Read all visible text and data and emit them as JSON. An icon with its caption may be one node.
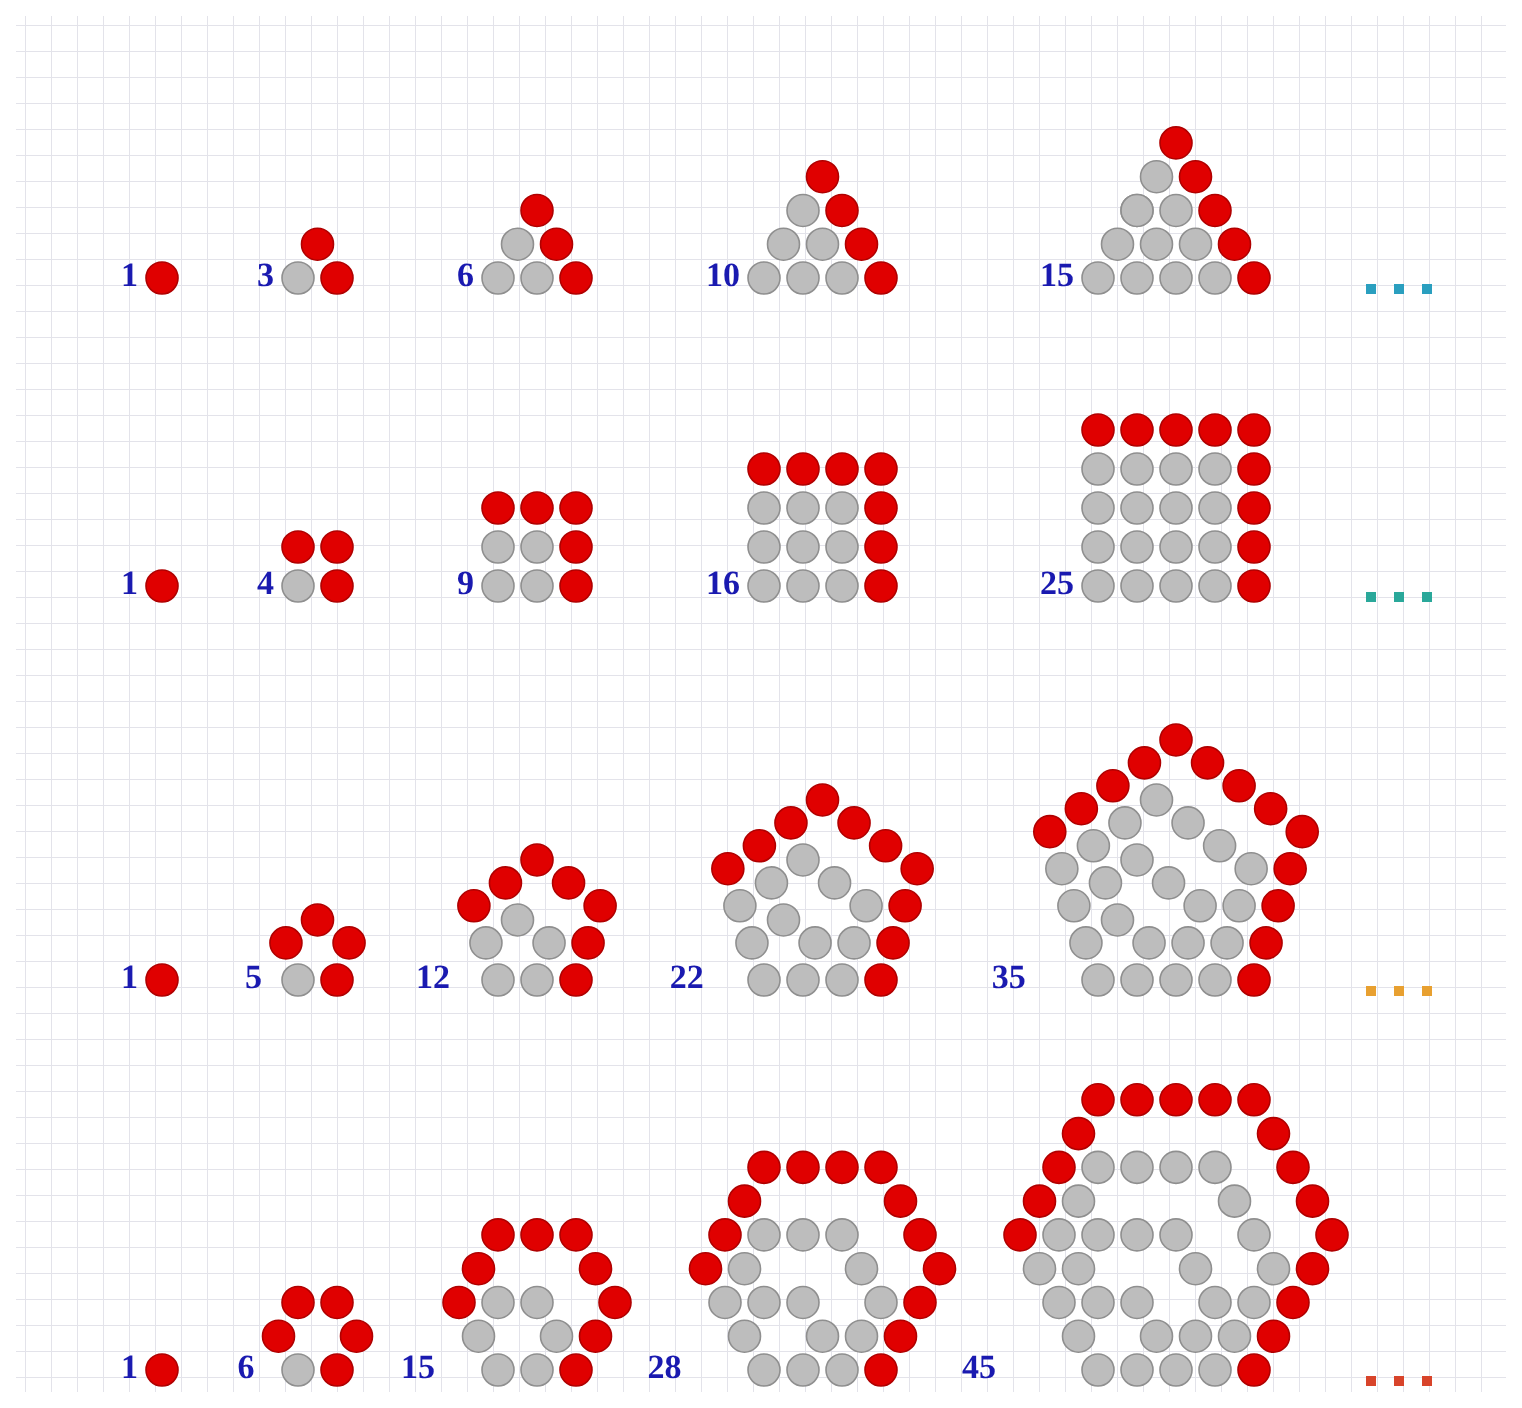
{
  "diagram": {
    "labels": [
      "1",
      "3",
      "6",
      "10",
      "15",
      "1",
      "4",
      "9",
      "16",
      "25",
      "1",
      "5",
      "12",
      "22",
      "35",
      "1",
      "6",
      "15",
      "28",
      "45"
    ]
  }
}
